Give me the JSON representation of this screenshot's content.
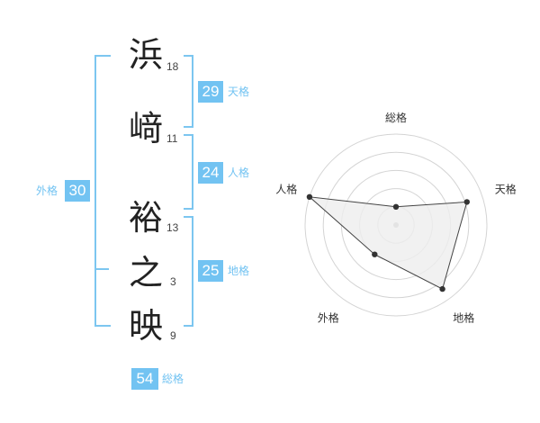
{
  "name": {
    "characters": [
      {
        "char": "浜",
        "strokes": "18"
      },
      {
        "char": "﨑",
        "strokes": "11"
      },
      {
        "char": "裕",
        "strokes": "13"
      },
      {
        "char": "之",
        "strokes": "3"
      },
      {
        "char": "映",
        "strokes": "9"
      }
    ]
  },
  "fortunes": {
    "tenkaku": {
      "value": "29",
      "label": "天格"
    },
    "jinkaku": {
      "value": "24",
      "label": "人格"
    },
    "chikaku": {
      "value": "25",
      "label": "地格"
    },
    "gaikaku": {
      "value": "30",
      "label": "外格"
    },
    "soukaku": {
      "value": "54",
      "label": "総格"
    }
  },
  "radar": {
    "axes": [
      "総格",
      "天格",
      "地格",
      "外格",
      "人格"
    ],
    "values": [
      0.2,
      0.82,
      0.87,
      0.4,
      1.0
    ],
    "rings": 5,
    "colors": {
      "ring": "#d4d4d4",
      "fill": "#eeeeee",
      "line": "#444444",
      "dot": "#333333",
      "center": "#bbbbbb"
    }
  },
  "colors": {
    "accent": "#72c3f2",
    "bracket": "#7cc6f0"
  }
}
